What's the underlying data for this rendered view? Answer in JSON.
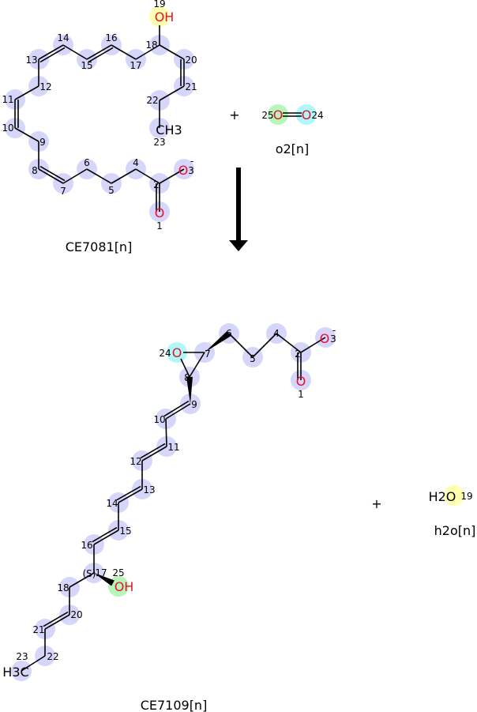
{
  "reaction": {
    "reactants": [
      {
        "name": "CE7081[n]",
        "atoms": [
          "1",
          "2",
          "3",
          "4",
          "5",
          "6",
          "7",
          "8",
          "9",
          "10",
          "11",
          "12",
          "13",
          "14",
          "15",
          "16",
          "17",
          "18",
          "19",
          "20",
          "21",
          "22",
          "23"
        ],
        "labels": {
          "O1": "O",
          "O3": "O",
          "charge3": "-",
          "OH19": "OH",
          "CH3": "CH3"
        }
      },
      {
        "name": "o2[n]",
        "atoms": [
          "25",
          "24"
        ],
        "labels": {
          "O": "O"
        }
      }
    ],
    "products": [
      {
        "name": "CE7109[n]",
        "atoms": [
          "1",
          "2",
          "3",
          "4",
          "5",
          "6",
          "7",
          "8",
          "9",
          "10",
          "11",
          "12",
          "13",
          "14",
          "15",
          "16",
          "17",
          "18",
          "20",
          "21",
          "22",
          "23",
          "24",
          "25"
        ],
        "labels": {
          "O": "O",
          "charge3": "-",
          "OH25": "OH",
          "H3C": "H3C",
          "stereo": "(S)"
        }
      },
      {
        "name": "h2o[n]",
        "atoms": [
          "19"
        ],
        "labels": {
          "H2O": "H2O"
        }
      }
    ],
    "plus": "+",
    "colors": {
      "atom_highlight": "#d6d6fb",
      "yellow": "#ffffb0",
      "green": "#b8f5b8",
      "cyan": "#b0f8f8",
      "oxygen": "#e8102e"
    }
  }
}
